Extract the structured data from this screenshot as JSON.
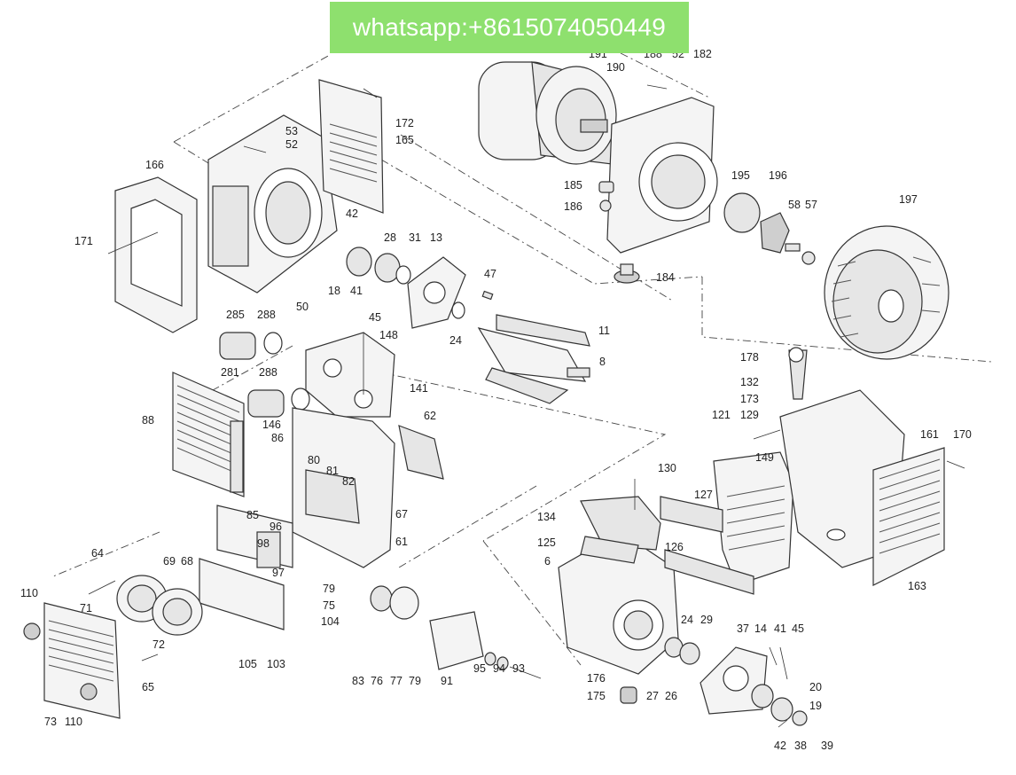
{
  "banner": {
    "text": "whatsapp:+8615074050449"
  },
  "labels": {
    "l191": "191",
    "l190": "190",
    "l188": "188",
    "l52a": "52",
    "l182": "182",
    "l172": "172",
    "l53": "53",
    "l52": "52",
    "l165": "165",
    "l166": "166",
    "l171": "171",
    "l50": "50",
    "l42a": "42",
    "l28": "28",
    "l31": "31",
    "l13": "13",
    "l18": "18",
    "l41a": "41",
    "l45a": "45",
    "l24a": "24",
    "l47": "47",
    "l11": "11",
    "l8": "8",
    "l285": "285",
    "l288a": "288",
    "l148": "148",
    "l281": "281",
    "l288b": "288",
    "l141": "141",
    "l88": "88",
    "l146": "146",
    "l86": "86",
    "l62": "62",
    "l80": "80",
    "l81": "81",
    "l82": "82",
    "l85": "85",
    "l96": "96",
    "l67": "67",
    "l61": "61",
    "l98": "98",
    "l97": "97",
    "l79a": "79",
    "l75": "75",
    "l104": "104",
    "l64": "64",
    "l69": "69",
    "l68": "68",
    "l110a": "110",
    "l71": "71",
    "l72": "72",
    "l105": "105",
    "l103": "103",
    "l65": "65",
    "l73": "73",
    "l110b": "110",
    "l83": "83",
    "l76": "76",
    "l77": "77",
    "l79b": "79",
    "l91": "91",
    "l95": "95",
    "l94": "94",
    "l93": "93",
    "l185": "185",
    "l186": "186",
    "l184": "184",
    "l195": "195",
    "l196": "196",
    "l58": "58",
    "l57": "57",
    "l197": "197",
    "l178": "178",
    "l132": "132",
    "l173": "173",
    "l121": "121",
    "l129": "129",
    "l161": "161",
    "l170": "170",
    "l149": "149",
    "l130": "130",
    "l127": "127",
    "l134": "134",
    "l125": "125",
    "l6": "6",
    "l126": "126",
    "l24b": "24",
    "l29": "29",
    "l37": "37",
    "l14": "14",
    "l41b": "41",
    "l45b": "45",
    "l163": "163",
    "l20": "20",
    "l19": "19",
    "l176": "176",
    "l175": "175",
    "l27": "27",
    "l26": "26",
    "l42b": "42",
    "l38": "38",
    "l39": "39"
  }
}
